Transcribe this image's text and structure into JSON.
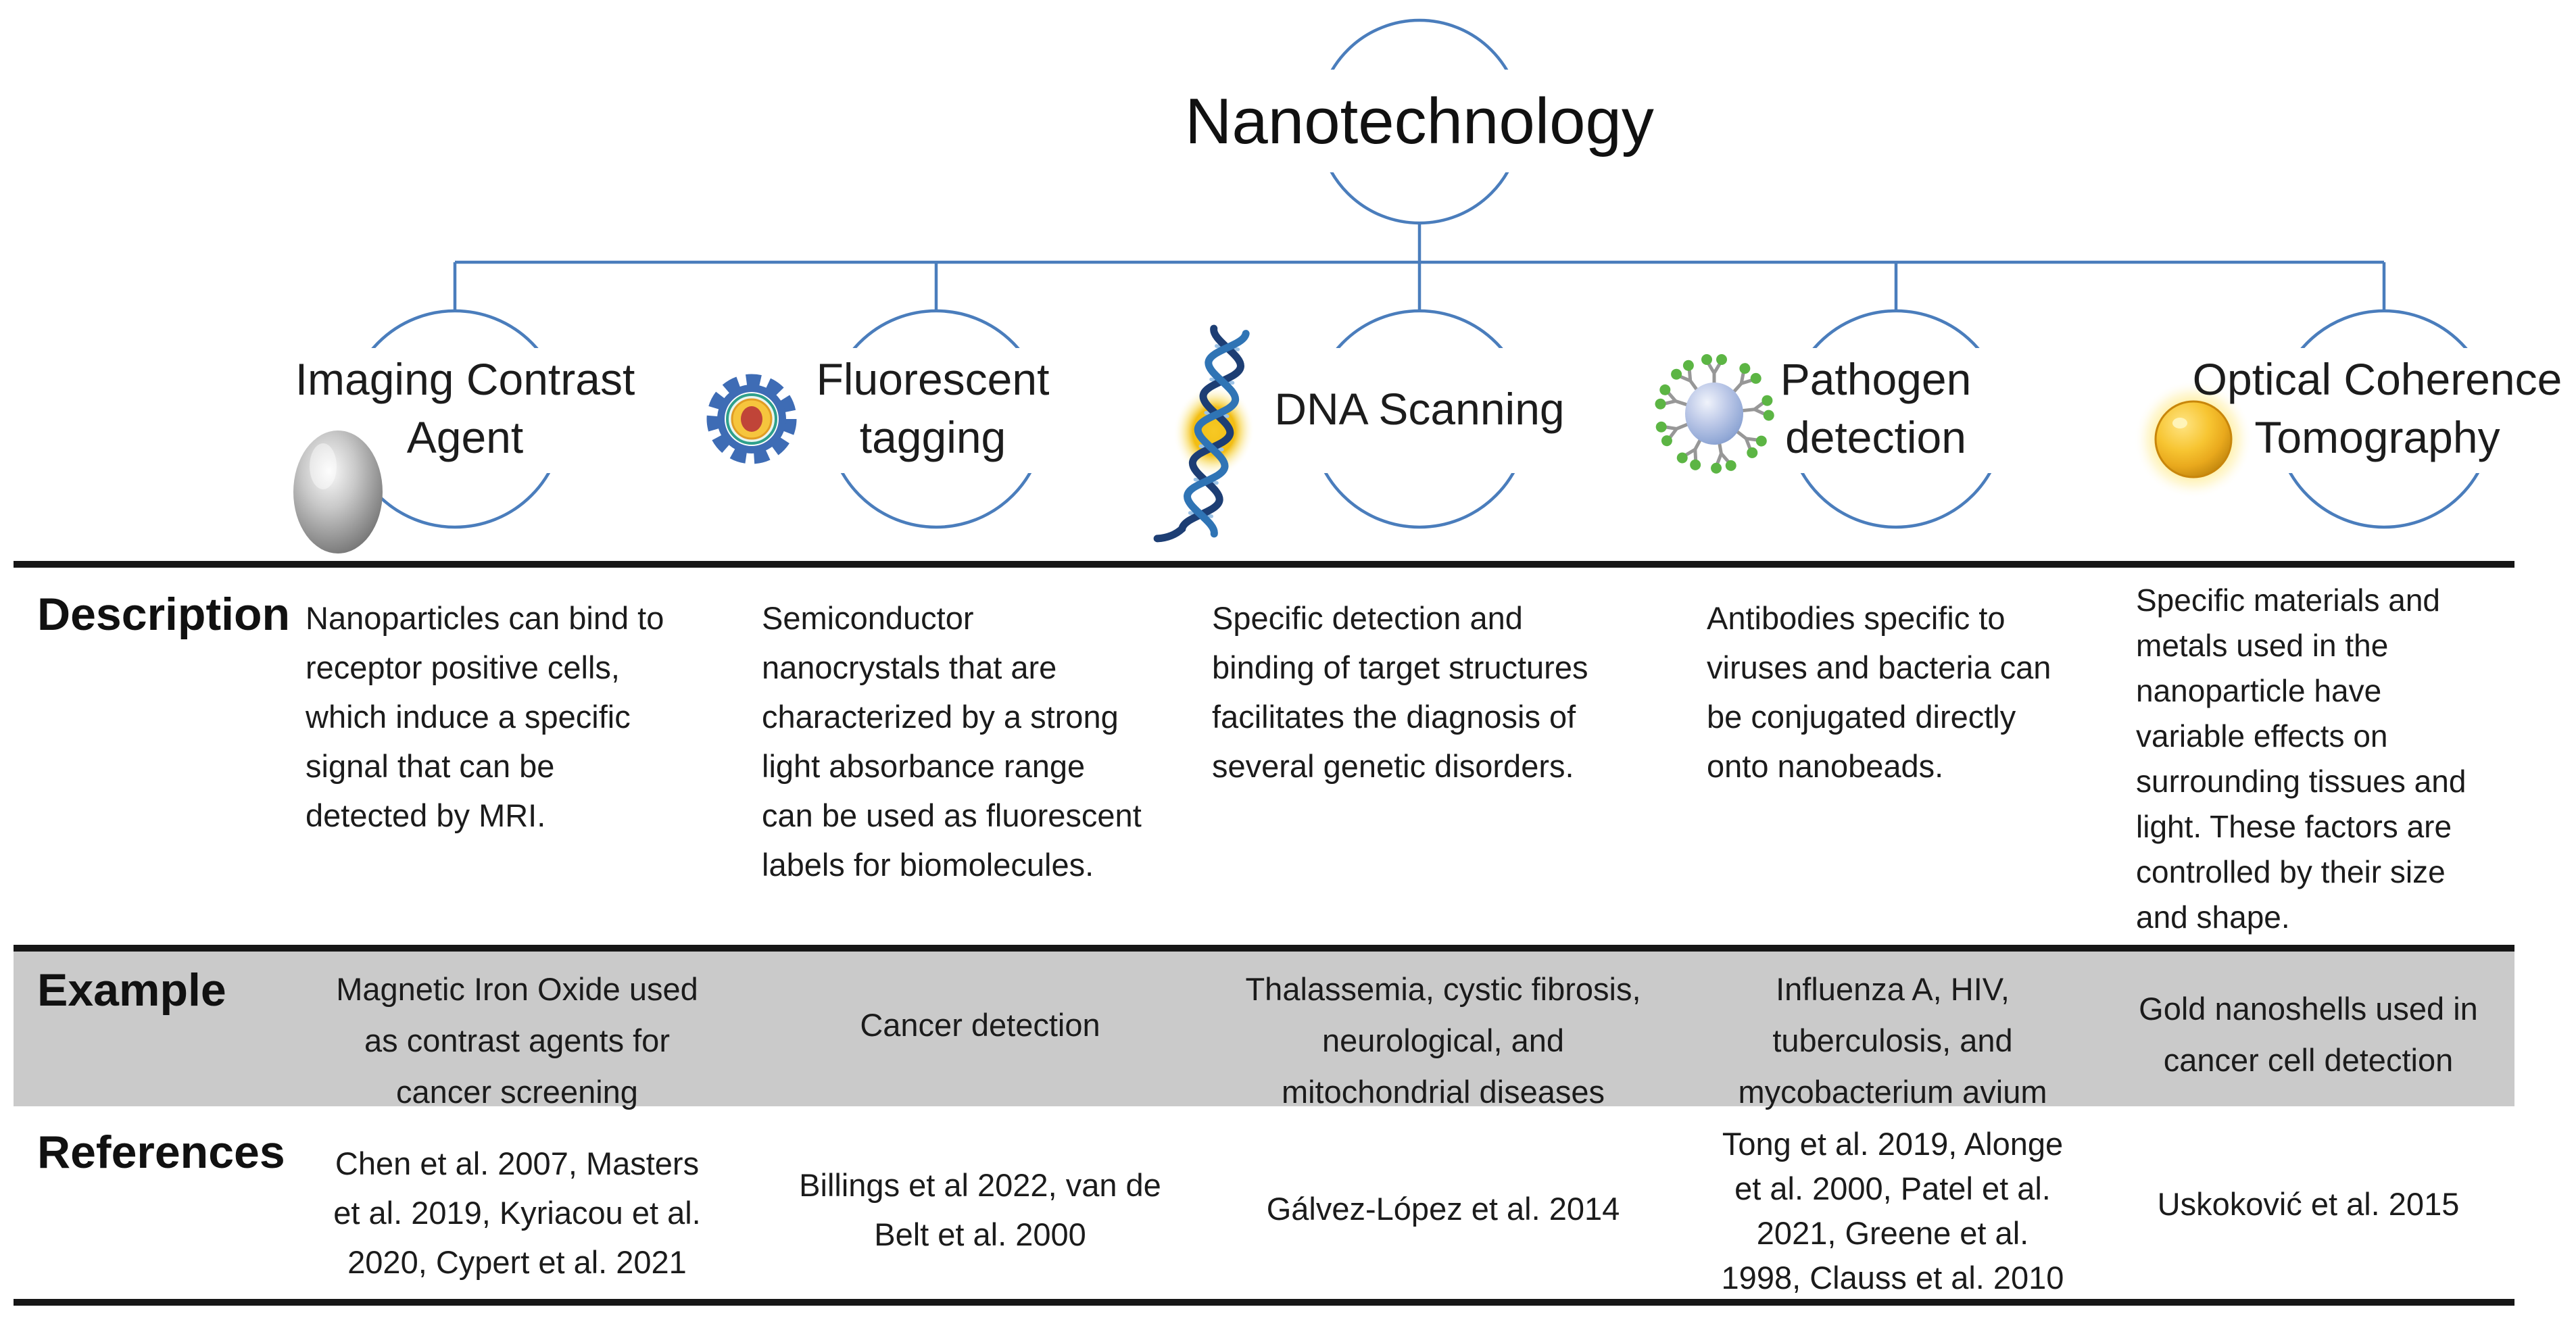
{
  "title": "Nanotechnology",
  "branches": [
    {
      "label": "Imaging Contrast\nAgent",
      "icon": "silver-nanoparticle-icon"
    },
    {
      "label": "Fluorescent\ntagging",
      "icon": "quantum-dot-gear-icon"
    },
    {
      "label": "DNA Scanning",
      "icon": "dna-helix-icon"
    },
    {
      "label": "Pathogen\ndetection",
      "icon": "antibody-nanobead-icon"
    },
    {
      "label": "Optical Coherence\nTomography",
      "icon": "gold-nanoshell-icon"
    }
  ],
  "table": {
    "row_labels": {
      "description": "Description",
      "example": "Example",
      "references": "References"
    },
    "description": [
      "Nanoparticles can bind to\nreceptor positive cells,\nwhich induce a specific\nsignal that can be\ndetected by MRI.",
      "Semiconductor\nnanocrystals that are\ncharacterized by a strong\nlight absorbance range\ncan be used as fluorescent\nlabels for biomolecules.",
      "Specific detection and\nbinding of target structures\nfacilitates the diagnosis of\nseveral genetic disorders.",
      "Antibodies specific to\nviruses and bacteria can\nbe conjugated directly\nonto nanobeads.",
      "Specific materials and\nmetals used in the\nnanoparticle have\nvariable effects on\nsurrounding tissues and\nlight. These factors are\ncontrolled by their size\nand shape."
    ],
    "example": [
      "Magnetic Iron Oxide used\nas contrast agents for\ncancer screening",
      "Cancer detection",
      "Thalassemia, cystic fibrosis,\nneurological, and\nmitochondrial diseases",
      "Influenza A, HIV,\ntuberculosis, and\nmycobacterium avium",
      "Gold nanoshells used in\ncancer cell detection"
    ],
    "references": [
      "Chen et al. 2007, Masters\net al. 2019, Kyriacou et al.\n2020, Cypert et al. 2021",
      "Billings et al 2022, van de\nBelt et al. 2000",
      "Gálvez-López et al. 2014",
      "Tong et al. 2019, Alonge\net al. 2000, Patel et al.\n2021, Greene et al.\n1998, Clauss et al. 2010",
      "Uskoković et al. 2015"
    ]
  },
  "colors": {
    "tree_line": "#4a7dbc",
    "example_row_bg": "#cacaca",
    "table_border": "#161616",
    "dna_glow": "#f2bd13",
    "gold_nanoshell": "#f0b816",
    "gear_blue": "#3e6cb5",
    "gear_red": "#c04438",
    "pathogen_tip_green": "#5cb544"
  }
}
